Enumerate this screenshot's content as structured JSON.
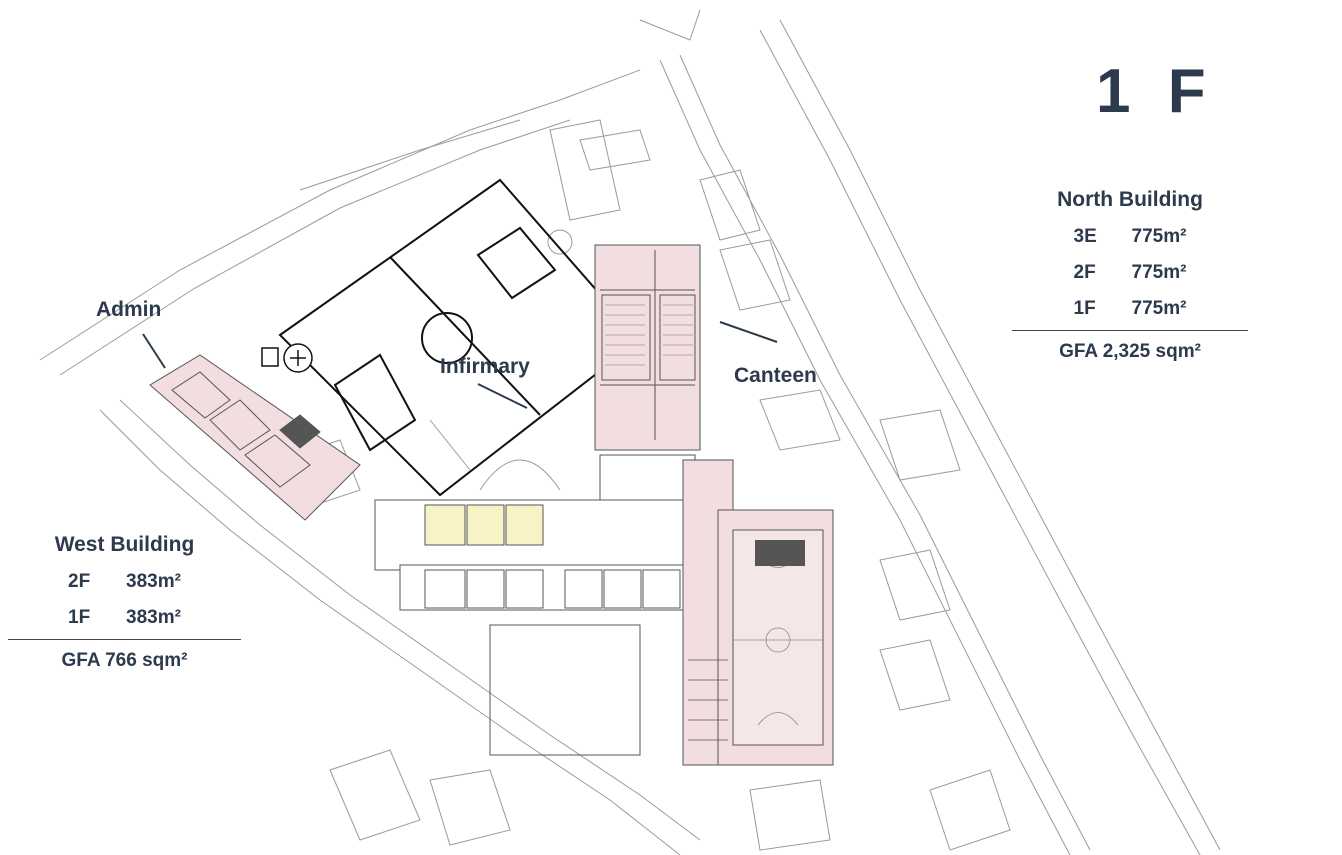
{
  "floor_title": "1 F",
  "north_building": {
    "title": "North Building",
    "floors": [
      {
        "floor": "3E",
        "area": "775m²"
      },
      {
        "floor": "2F",
        "area": "775m²"
      },
      {
        "floor": "1F",
        "area": "775m²"
      }
    ],
    "gfa": "GFA 2,325 sqm²"
  },
  "west_building": {
    "title": "West Building",
    "floors": [
      {
        "floor": "2F",
        "area": "383m²"
      },
      {
        "floor": "1F",
        "area": "383m²"
      }
    ],
    "gfa": "GFA 766 sqm²"
  },
  "labels": {
    "admin": "Admin",
    "infirmary": "Infirmary",
    "canteen": "Canteen"
  },
  "colors": {
    "building_fill": "#f2dde0",
    "classroom_fill": "#f7f3c6",
    "text": "#2d3a4e"
  }
}
